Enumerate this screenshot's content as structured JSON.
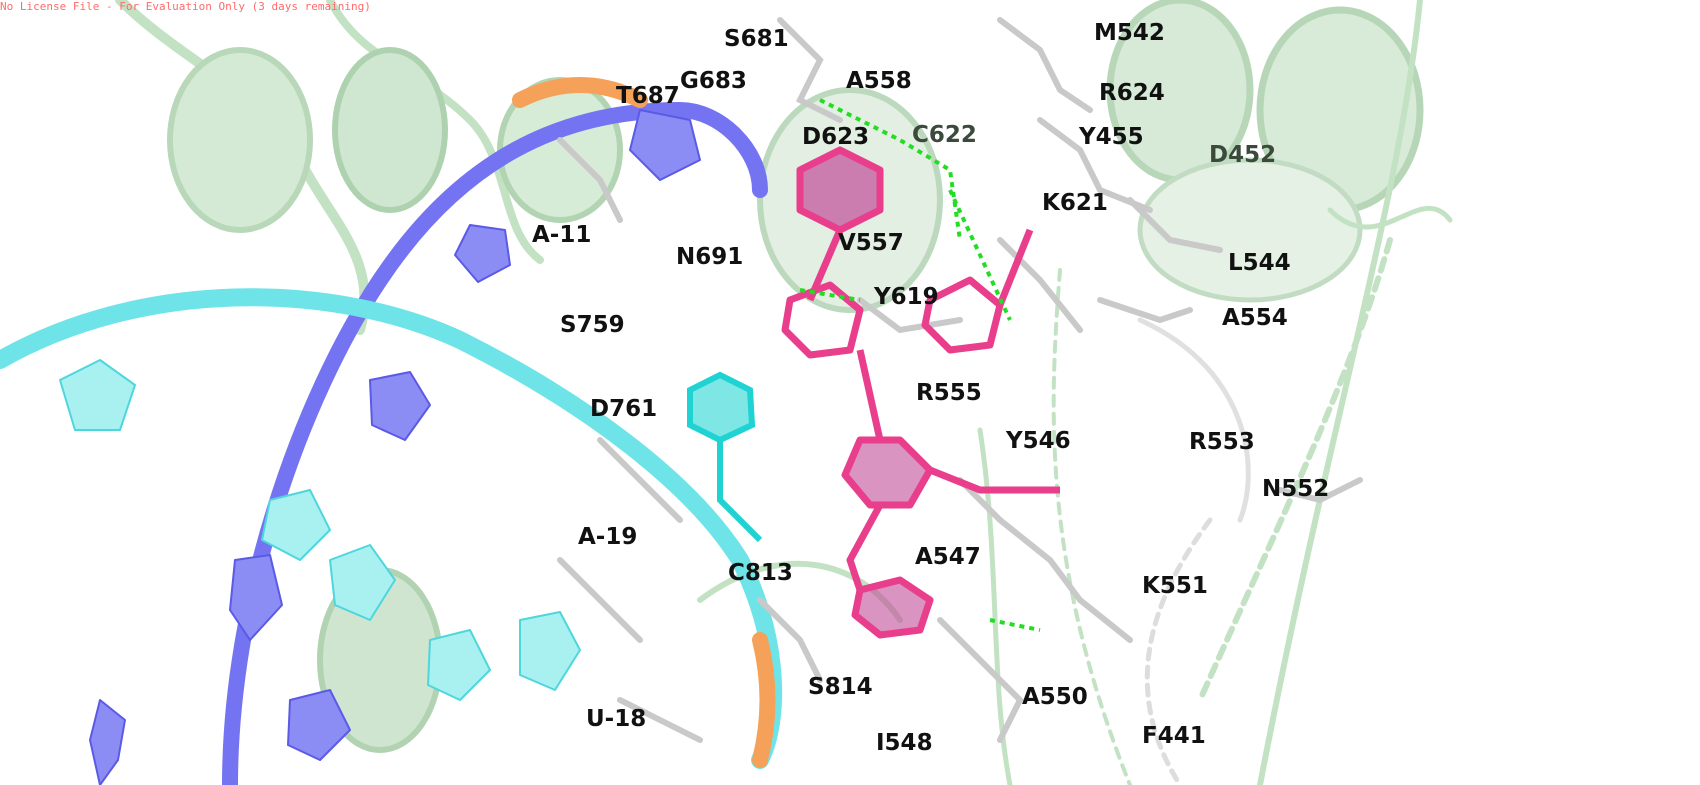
{
  "watermark": "No License File - For Evaluation Only (3 days remaining)",
  "colors": {
    "protein_cartoon": "#c3e2c4",
    "rna_strand_blue": "#7474f2",
    "rna_strand_cyan": "#6fe4e8",
    "phosphate_orange": "#f5a15a",
    "ligand_magenta": "#e83e8c",
    "ligand_cyan": "#1fd3d3",
    "residue_sticks": "#cfcfcf",
    "hbond_dashes": "#22dd22"
  },
  "labels": [
    {
      "id": "S681",
      "text": "S681"
    },
    {
      "id": "M542",
      "text": "M542"
    },
    {
      "id": "G683",
      "text": "G683"
    },
    {
      "id": "A558",
      "text": "A558"
    },
    {
      "id": "T687",
      "text": "T687"
    },
    {
      "id": "R624",
      "text": "R624"
    },
    {
      "id": "D623",
      "text": "D623"
    },
    {
      "id": "C622",
      "text": "C622"
    },
    {
      "id": "Y455",
      "text": "Y455"
    },
    {
      "id": "D452",
      "text": "D452"
    },
    {
      "id": "K621",
      "text": "K621"
    },
    {
      "id": "A-11",
      "text": "A-11"
    },
    {
      "id": "V557",
      "text": "V557"
    },
    {
      "id": "N691",
      "text": "N691"
    },
    {
      "id": "L544",
      "text": "L544"
    },
    {
      "id": "Y619",
      "text": "Y619"
    },
    {
      "id": "S759",
      "text": "S759"
    },
    {
      "id": "A554",
      "text": "A554"
    },
    {
      "id": "R555",
      "text": "R555"
    },
    {
      "id": "D761",
      "text": "D761"
    },
    {
      "id": "Y546",
      "text": "Y546"
    },
    {
      "id": "R553",
      "text": "R553"
    },
    {
      "id": "N552",
      "text": "N552"
    },
    {
      "id": "A-19",
      "text": "A-19"
    },
    {
      "id": "A547",
      "text": "A547"
    },
    {
      "id": "C813",
      "text": "C813"
    },
    {
      "id": "K551",
      "text": "K551"
    },
    {
      "id": "S814",
      "text": "S814"
    },
    {
      "id": "A550",
      "text": "A550"
    },
    {
      "id": "U-18",
      "text": "U-18"
    },
    {
      "id": "I548",
      "text": "I548"
    },
    {
      "id": "F441",
      "text": "F441"
    }
  ]
}
